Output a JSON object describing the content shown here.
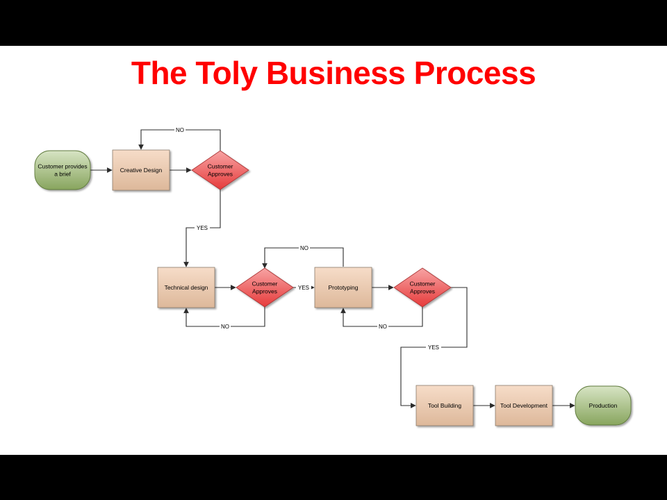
{
  "title": "The Toly Business Process",
  "nodes": {
    "customer_brief": {
      "lines": [
        "Customer provides",
        "a brief"
      ],
      "shape": "terminator"
    },
    "creative_design": {
      "lines": [
        "Creative Design"
      ],
      "shape": "process"
    },
    "approve_1": {
      "lines": [
        "Customer",
        "Approves"
      ],
      "shape": "decision"
    },
    "technical_design": {
      "lines": [
        "Technical design"
      ],
      "shape": "process"
    },
    "approve_2": {
      "lines": [
        "Customer",
        "Approves"
      ],
      "shape": "decision"
    },
    "prototyping": {
      "lines": [
        "Prototyping"
      ],
      "shape": "process"
    },
    "approve_3": {
      "lines": [
        "Customer",
        "Approves"
      ],
      "shape": "decision"
    },
    "tool_building": {
      "lines": [
        "Tool Building"
      ],
      "shape": "process"
    },
    "tool_development": {
      "lines": [
        "Tool Development"
      ],
      "shape": "process"
    },
    "production": {
      "lines": [
        "Production"
      ],
      "shape": "terminator"
    }
  },
  "edges": [
    {
      "from": "customer_brief",
      "to": "creative_design",
      "label": ""
    },
    {
      "from": "creative_design",
      "to": "approve_1",
      "label": ""
    },
    {
      "from": "approve_1",
      "to": "creative_design",
      "label": "NO"
    },
    {
      "from": "approve_1",
      "to": "technical_design",
      "label": "YES"
    },
    {
      "from": "technical_design",
      "to": "approve_2",
      "label": ""
    },
    {
      "from": "approve_2",
      "to": "technical_design",
      "label": "NO"
    },
    {
      "from": "approve_2",
      "to": "prototyping",
      "label": "YES"
    },
    {
      "from": "prototyping",
      "to": "approve_2",
      "label": "NO"
    },
    {
      "from": "prototyping",
      "to": "approve_3",
      "label": ""
    },
    {
      "from": "approve_3",
      "to": "prototyping",
      "label": "NO"
    },
    {
      "from": "approve_3",
      "to": "tool_building",
      "label": "YES"
    },
    {
      "from": "tool_building",
      "to": "tool_development",
      "label": ""
    },
    {
      "from": "tool_development",
      "to": "production",
      "label": ""
    }
  ],
  "colors": {
    "title": "#ff0000",
    "process_top": "#f6dcc8",
    "process_bottom": "#ddb89a",
    "decision_top": "#f7a3a3",
    "decision_bottom": "#e63b3b",
    "terminator_top": "#d7e4c4",
    "terminator_bottom": "#88a55e"
  }
}
